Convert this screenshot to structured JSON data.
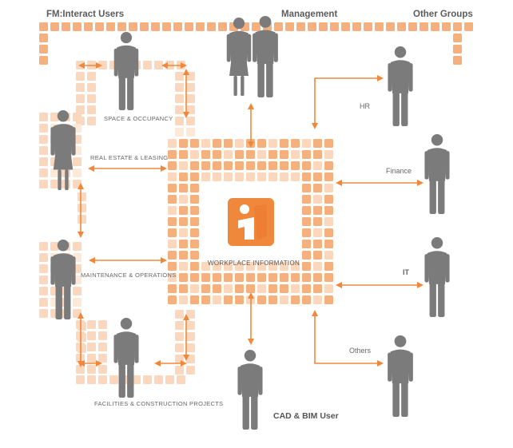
{
  "header": {
    "left": "FM:Interact Users",
    "center": "Management",
    "right": "Other Groups"
  },
  "roles": {
    "space": "SPACE & OCCUPANCY",
    "real_estate": "REAL ESTATE & LEASING",
    "maintenance": "MAINTENANCE & OPERATIONS",
    "facilities": "FACILITIES & CONSTRUCTION PROJECTS"
  },
  "center": {
    "label": "WORKPLACE INFORMATION"
  },
  "groups": {
    "hr": "HR",
    "finance": "Finance",
    "it": "IT",
    "others": "Others",
    "cad": "CAD & BIM User"
  },
  "colors": {
    "accent": "#f0883c",
    "tile_strong": "#f5b07e",
    "tile_light": "#fbd8bd",
    "tile_pale": "#fde9d8",
    "figure": "#7b7b7b"
  },
  "icons": {
    "logo": "info-i-logo-icon",
    "people": "person-silhouette-icon",
    "arrows": "double-arrow-icon"
  }
}
